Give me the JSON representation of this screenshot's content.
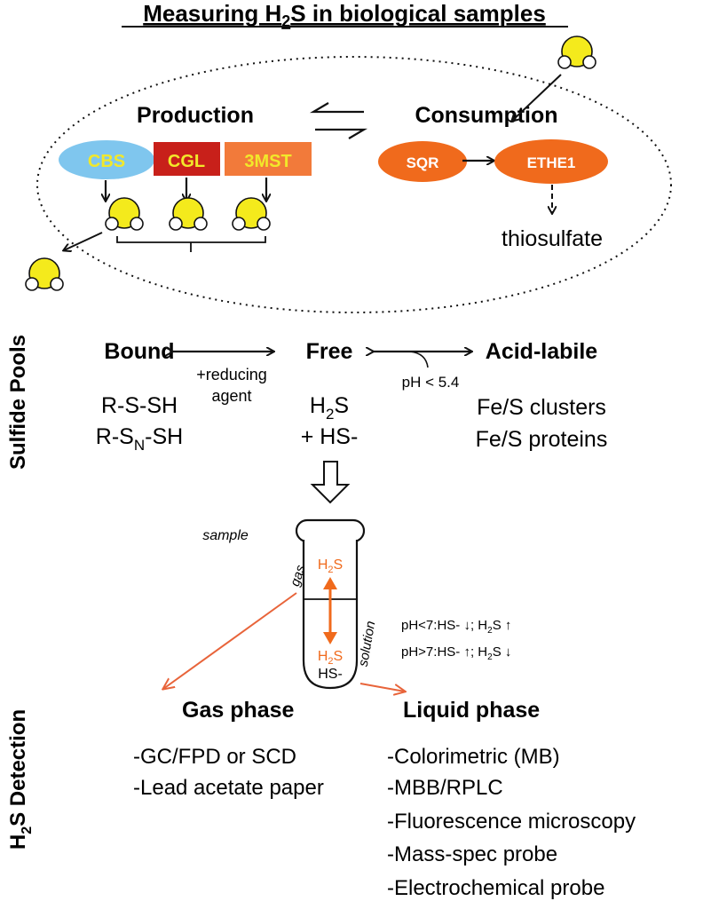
{
  "title": {
    "pre": "Measuring H",
    "sub": "2",
    "post": "S in biological samples"
  },
  "production": {
    "heading": "Production",
    "enzymes": [
      "CBS",
      "CGL",
      "3MST"
    ]
  },
  "consumption": {
    "heading": "Consumption",
    "enzymes": [
      "SQR",
      "ETHE1"
    ],
    "product": "thiosulfate"
  },
  "pools": {
    "section_label": "Sulfide Pools",
    "bound": {
      "heading": "Bound",
      "line1": "R-S-SH",
      "line2_pre": "R-S",
      "line2_sub": "N",
      "line2_post": "-SH"
    },
    "free": {
      "heading": "Free",
      "line1_pre": "H",
      "line1_sub": "2",
      "line1_post": "S",
      "line2": "+ HS-"
    },
    "acid": {
      "heading": "Acid-labile",
      "line1": "Fe/S clusters",
      "line2": "Fe/S proteins"
    },
    "reducing_1": "+reducing",
    "reducing_2": "agent",
    "ph_label": "pH < 5.4"
  },
  "detection": {
    "section_label_pre": "H",
    "section_label_sub": "2",
    "section_label_post": "S Detection",
    "sample": "sample",
    "gas_label": "gas",
    "solution_label": "solution",
    "tube_top_pre": "H",
    "tube_top_sub": "2",
    "tube_top_post": "S",
    "tube_bottom_pre": "H",
    "tube_bottom_sub": "2",
    "tube_bottom_post": "S",
    "tube_hs": "HS-",
    "ph_low_pre": "pH<7:HS- ↓; H",
    "ph_low_sub": "2",
    "ph_low_post": "S ↑",
    "ph_high_pre": "pH>7:HS- ↑; H",
    "ph_high_sub": "2",
    "ph_high_post": "S ↓",
    "gas_phase": {
      "heading": "Gas phase",
      "methods": [
        "-GC/FPD or SCD",
        "-Lead acetate paper"
      ]
    },
    "liquid_phase": {
      "heading": "Liquid phase",
      "methods": [
        "-Colorimetric (MB)",
        "-MBB/RPLC",
        "-Fluorescence microscopy",
        "-Mass-spec probe",
        "-Electrochemical probe"
      ]
    }
  },
  "colors": {
    "cbs_fill": "#7fc6ee",
    "cbs_text": "#f2e82a",
    "cgl_fill": "#c8201a",
    "cgl_text": "#f2e82a",
    "mst_fill": "#f27a3a",
    "mst_text": "#f2e82a",
    "orange": "#f06a1c",
    "arrow_orange": "#e8643a",
    "molecule_yellow": "#f4ea1c"
  }
}
